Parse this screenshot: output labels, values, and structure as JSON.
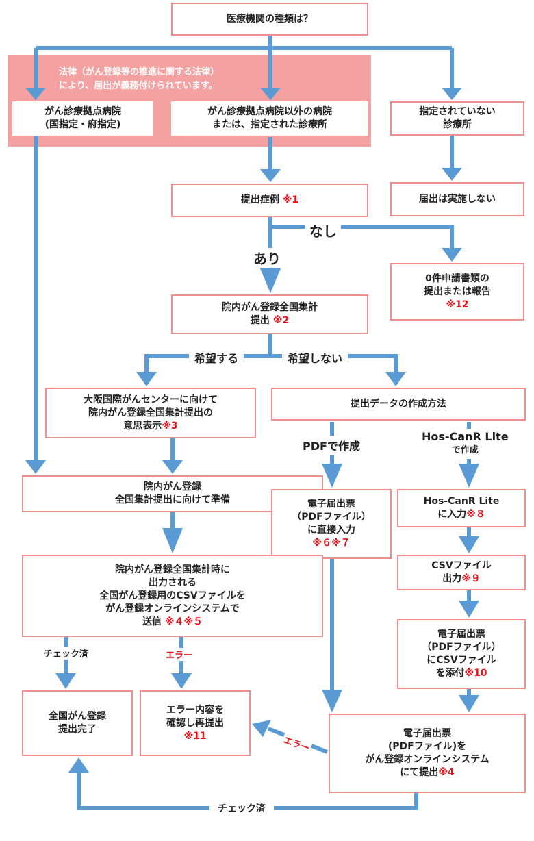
{
  "legal_note": {
    "line1": "法律（がん登録等の推進に関する法律）",
    "line2": "により、届出が義務付けられています。"
  },
  "nodes": {
    "start": {
      "text": "医療機関の種類は？"
    },
    "designated_hospital": {
      "line1": "がん診療拠点病院",
      "line2": "(国指定・府指定)"
    },
    "other_hospital": {
      "line1": "がん診療拠点病院以外の病院",
      "line2": "または、指定された診療所"
    },
    "undesignated_clinic": {
      "line1": "指定されていない",
      "line2": "診療所"
    },
    "submit_cases": {
      "text": "提出症例",
      "note": "※1"
    },
    "no_submission": {
      "text": "届出は実施しない"
    },
    "zero_report": {
      "line1": "0件申請書類の",
      "line2": "提出または報告",
      "note": "※12"
    },
    "national_aggregate": {
      "line1": "院内がん登録全国集計",
      "line2": "提出",
      "note": "※2"
    },
    "intent_osaka": {
      "line1": "大阪国際がんセンターに向けて",
      "line2": "院内がん登録全国集計提出の",
      "line3": "意思表示",
      "note": "※3"
    },
    "creation_method": {
      "text": "提出データの作成方法"
    },
    "prepare": {
      "line1": "院内がん登録",
      "line2": "全国集計提出に向けて準備"
    },
    "pdf_direct": {
      "line1": "電子届出票",
      "line2": "（PDFファイル）",
      "line3": "に直接入力",
      "note": "※６※７"
    },
    "hoscanr_input": {
      "line1": "Hos-CanR Lite",
      "line2": "に入力",
      "note": "※８"
    },
    "csv_output": {
      "line1": "CSVファイル",
      "line2": "出力",
      "note": "※９"
    },
    "csv_attach": {
      "line1": "電子届出票",
      "line2": "（PDFファイル）",
      "line3": "にCSVファイル",
      "line4": "を添付",
      "note": "※10"
    },
    "send_csv": {
      "line1": "院内がん登録全国集計時に",
      "line2": "出力される",
      "line3": "全国がん登録用のCSVファイルを",
      "line4": "がん登録オンラインシステムで",
      "line5": "送信",
      "note": "※４※５"
    },
    "complete": {
      "line1": "全国がん登録",
      "line2": "提出完了"
    },
    "resubmit": {
      "line1": "エラー内容を",
      "line2": "確認し再提出",
      "note": "※11"
    },
    "submit_pdf_online": {
      "line1": "電子届出票",
      "line2": "(PDFファイル)を",
      "line3": "がん登録オンラインシステム",
      "line4": "にて提出",
      "note": "※4"
    }
  },
  "edge_labels": {
    "none": "なし",
    "exists": "あり",
    "want": "希望する",
    "not_want": "希望しない",
    "pdf_create": "PDFで作成",
    "hoscanr_create_line1": "Hos-CanR Lite",
    "hoscanr_create_line2": "で作成",
    "checked_left": "チェック済",
    "error_left": "エラー",
    "error_right": "エラー",
    "checked_bottom": "チェック済"
  },
  "colors": {
    "arrow": "#5b9bd5",
    "box_border": "#ef8f8f",
    "legal_fill": "#f4a1a1",
    "note_red": "#e8101a"
  }
}
